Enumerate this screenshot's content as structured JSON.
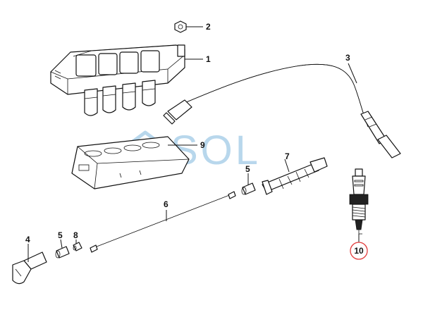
{
  "callouts": {
    "c1": "1",
    "c2": "2",
    "c3": "3",
    "c4": "4",
    "c5a": "5",
    "c5b": "5",
    "c6": "6",
    "c7": "7",
    "c8": "8",
    "c9": "9",
    "c10": "10"
  },
  "watermark": {
    "text": "SOL",
    "color": "#7fb8de"
  },
  "colors": {
    "highlight_ring": "#e23b3b",
    "line": "#111111"
  }
}
